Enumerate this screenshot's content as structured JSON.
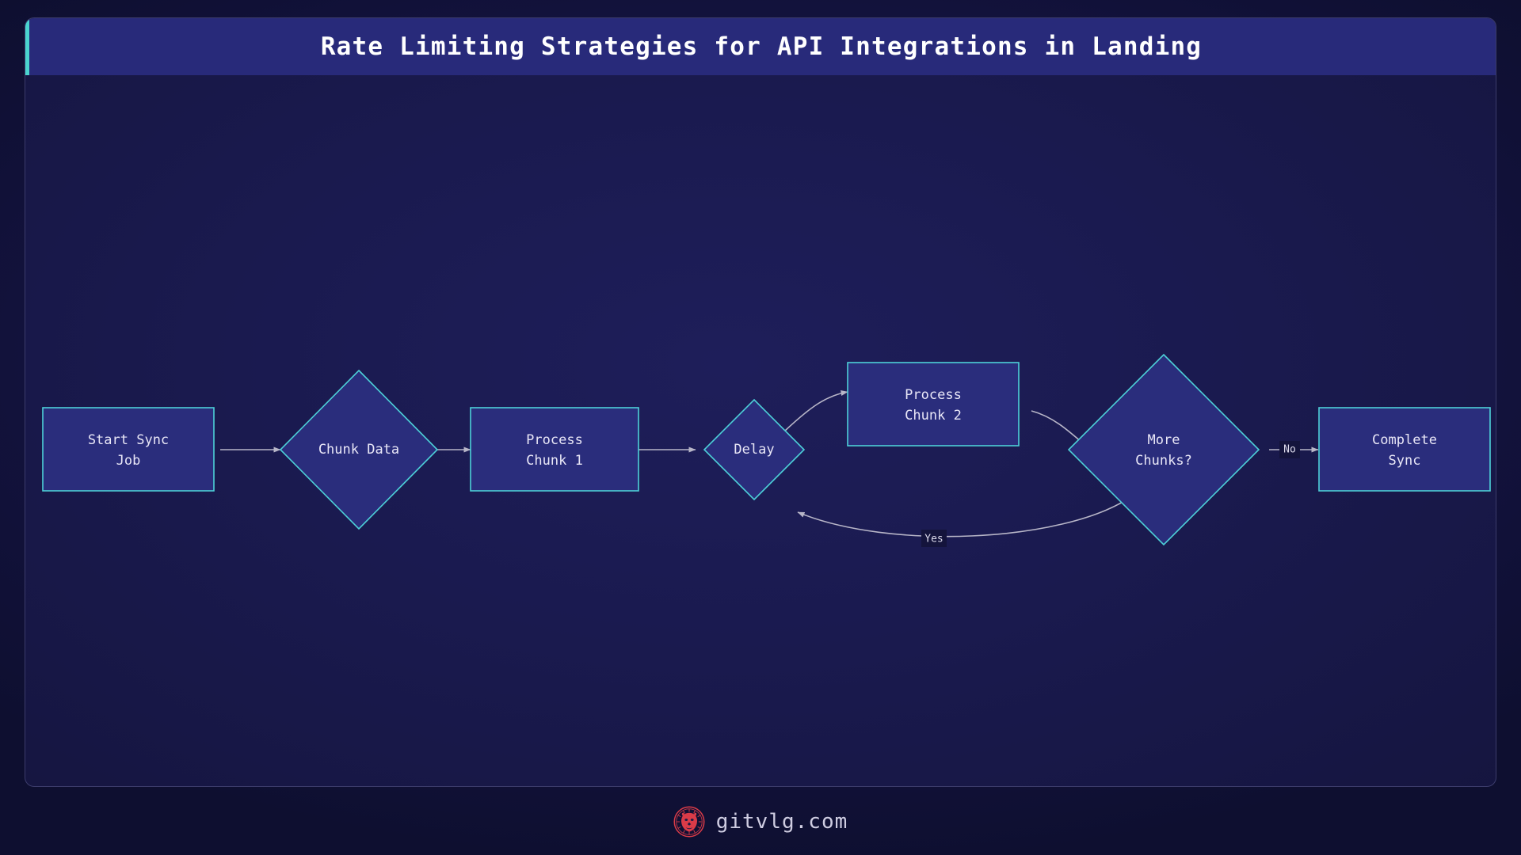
{
  "header": {
    "title": "Rate Limiting Strategies for API Integrations in Landing",
    "accent_color": "#4ad4cf",
    "banner_color": "#282a7a"
  },
  "theme": {
    "page_background": "#0f1033",
    "canvas_background": "#1a1a4f",
    "canvas_border": "#3c3c6b",
    "node_fill": "#2a2d7c",
    "node_border": "#4dd0d8",
    "node_text": "#e9e7f7",
    "edge_color": "#b8b6c8",
    "edge_label_text": "#dcdaec",
    "edge_label_background": "#14143c",
    "logo_color": "#d93b48"
  },
  "diagram": {
    "type": "flowchart",
    "orientation": "left-to-right",
    "nodes": [
      {
        "id": "start_sync_job",
        "shape": "rectangle",
        "label_lines": [
          "Start Sync",
          "Job"
        ]
      },
      {
        "id": "chunk_data",
        "shape": "diamond",
        "label_lines": [
          "Chunk Data"
        ]
      },
      {
        "id": "process_chunk_1",
        "shape": "rectangle",
        "label_lines": [
          "Process",
          "Chunk 1"
        ]
      },
      {
        "id": "delay",
        "shape": "diamond",
        "label_lines": [
          "Delay"
        ]
      },
      {
        "id": "process_chunk_2",
        "shape": "rectangle",
        "label_lines": [
          "Process",
          "Chunk 2"
        ]
      },
      {
        "id": "more_chunks",
        "shape": "diamond",
        "label_lines": [
          "More",
          "Chunks?"
        ]
      },
      {
        "id": "complete_sync",
        "shape": "rectangle",
        "label_lines": [
          "Complete",
          "Sync"
        ]
      }
    ],
    "edges": [
      {
        "from": "start_sync_job",
        "to": "chunk_data",
        "label": "",
        "style": "straight"
      },
      {
        "from": "chunk_data",
        "to": "process_chunk_1",
        "label": "",
        "style": "straight"
      },
      {
        "from": "process_chunk_1",
        "to": "delay",
        "label": "",
        "style": "straight"
      },
      {
        "from": "delay",
        "to": "process_chunk_2",
        "label": "",
        "style": "curved"
      },
      {
        "from": "process_chunk_2",
        "to": "more_chunks",
        "label": "",
        "style": "curved"
      },
      {
        "from": "more_chunks",
        "to": "delay",
        "label": "Yes",
        "style": "curved"
      },
      {
        "from": "more_chunks",
        "to": "complete_sync",
        "label": "No",
        "style": "straight"
      }
    ]
  },
  "footer": {
    "brand_text": "gitvlg.com",
    "logo_name": "lion-head-logo"
  }
}
